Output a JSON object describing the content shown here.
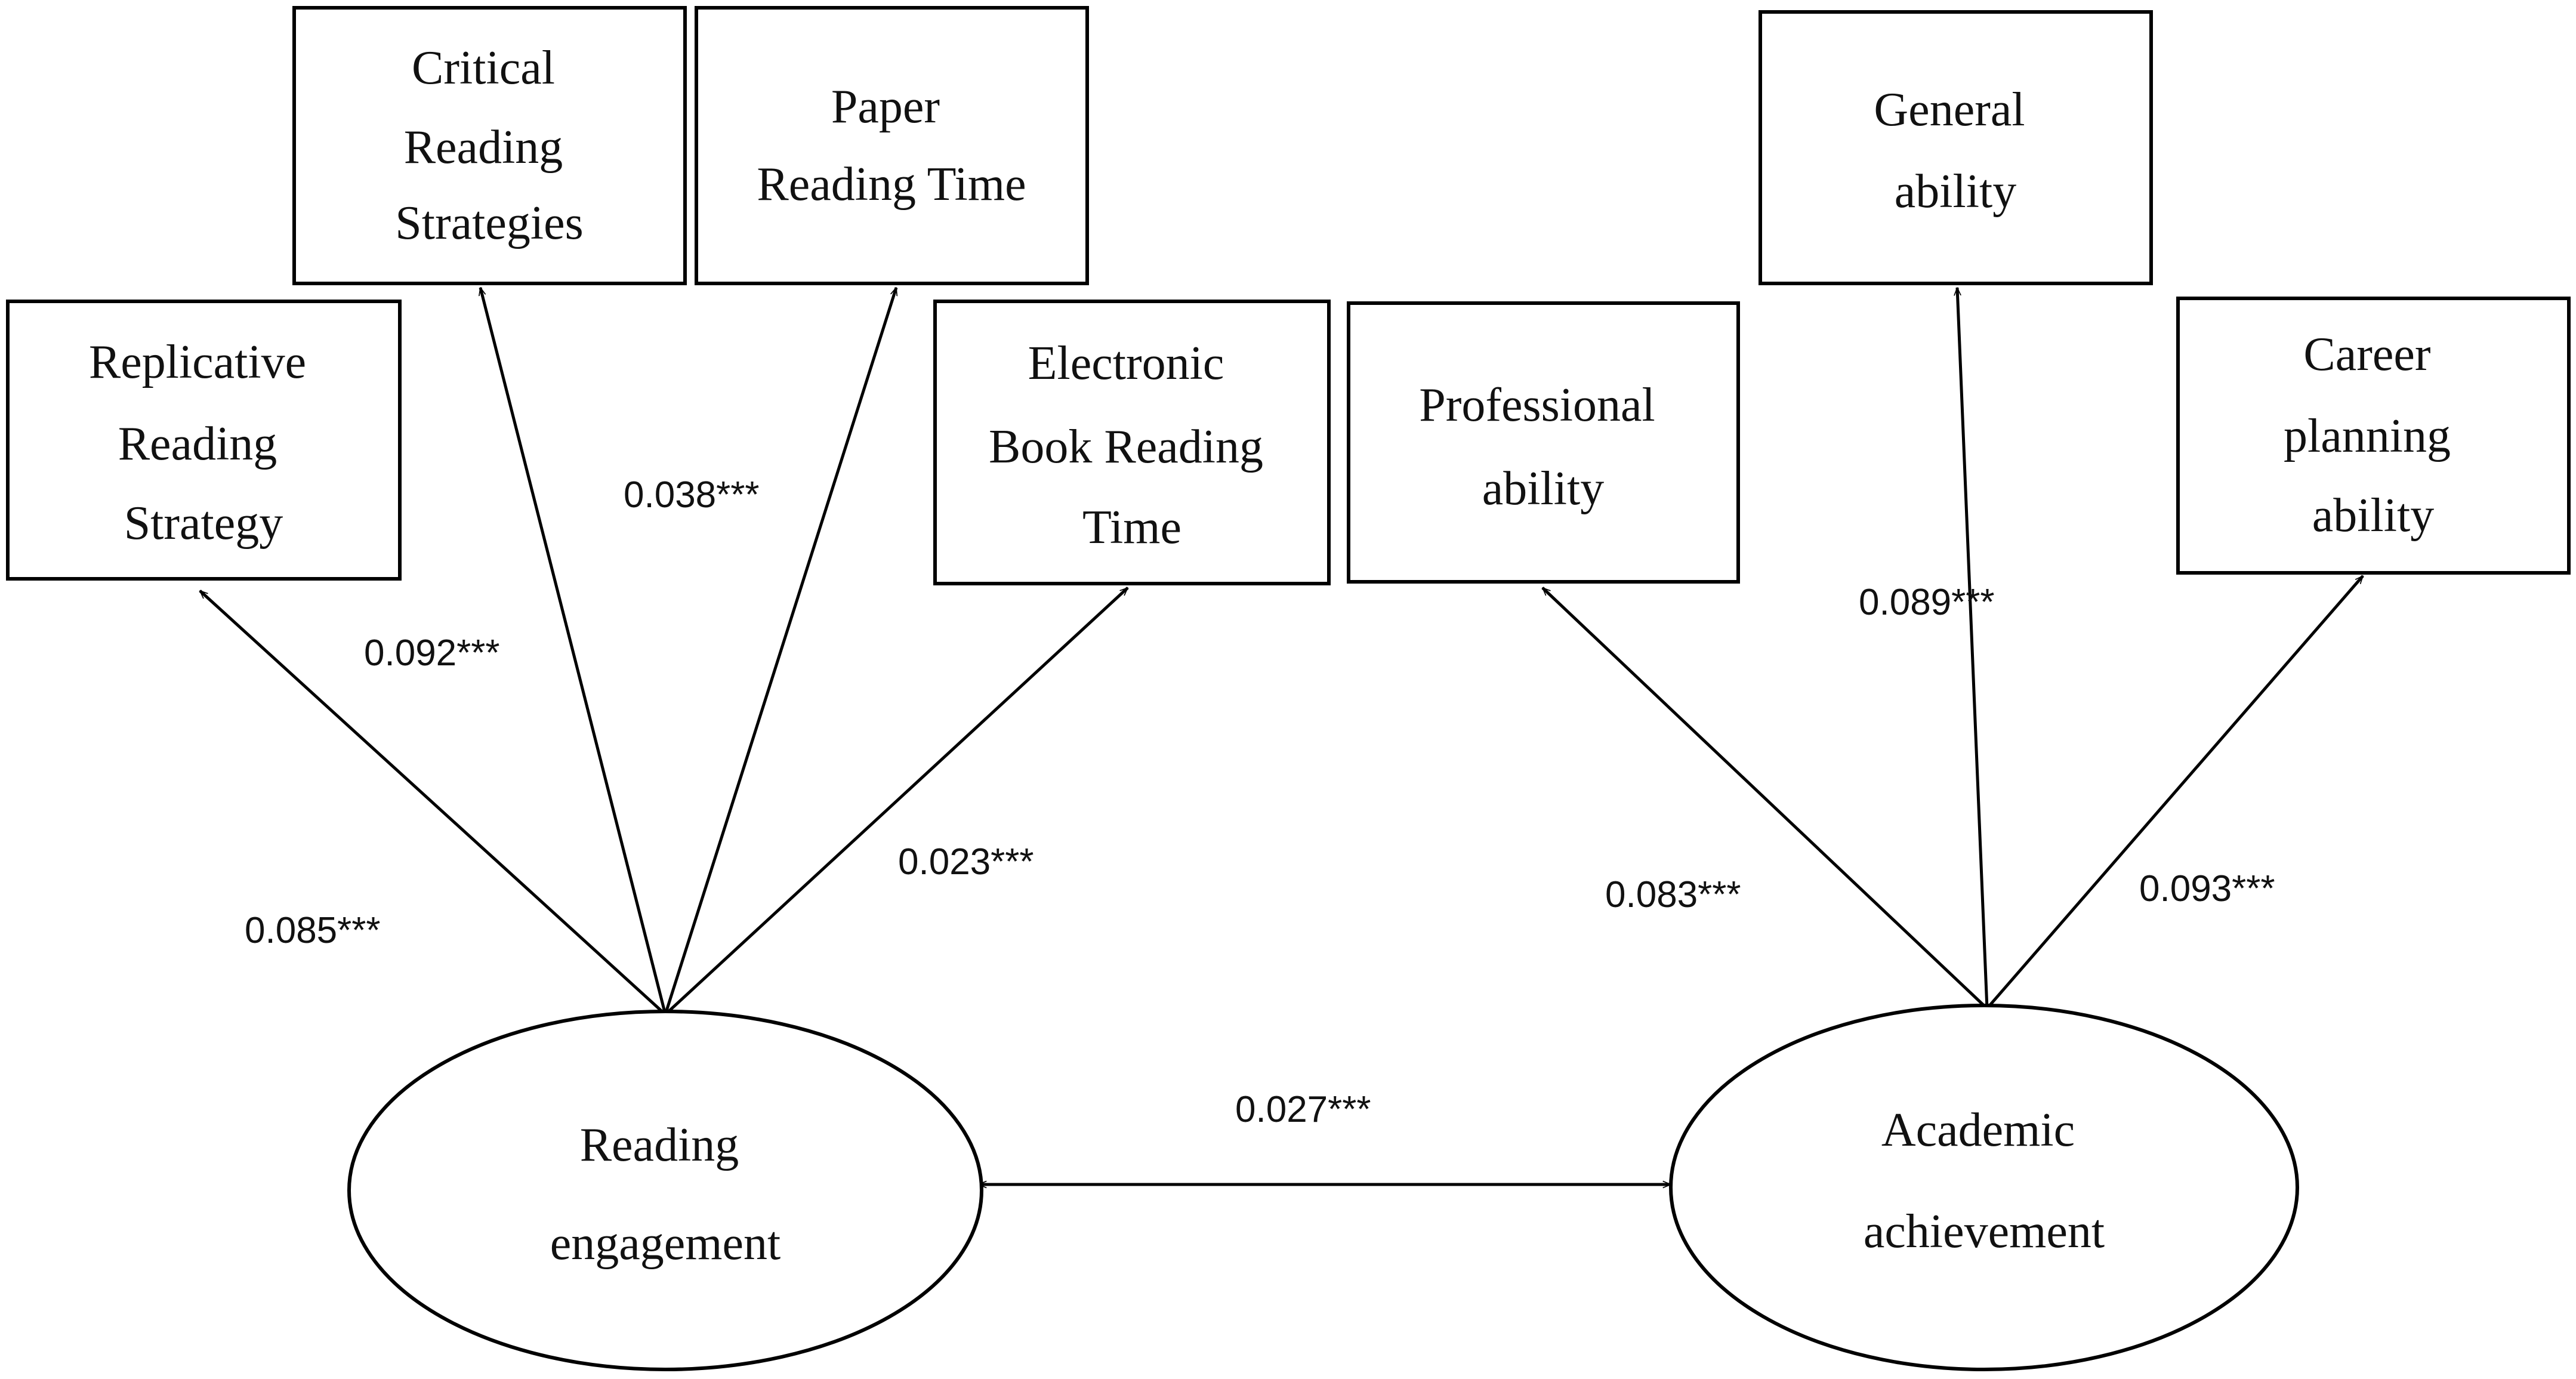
{
  "latent": {
    "reading_engagement": [
      "Reading",
      "engagement"
    ],
    "academic_achievement": [
      "Academic",
      "achievement"
    ]
  },
  "indicators": {
    "replicative": [
      "Replicative",
      "Reading",
      "Strategy"
    ],
    "critical": [
      "Critical",
      "Reading",
      "Strategies"
    ],
    "paper": [
      "Paper",
      "Reading Time"
    ],
    "ebook": [
      "Electronic",
      "Book Reading",
      "Time"
    ],
    "professional": [
      "Professional",
      "ability"
    ],
    "general": [
      "General",
      "ability"
    ],
    "career": [
      "Career",
      "planning",
      "ability"
    ]
  },
  "coefficients": {
    "replicative": "0.085***",
    "critical": "0.092***",
    "paper": "0.038***",
    "ebook": "0.023***",
    "professional": "0.083***",
    "general": "0.089***",
    "career": "0.093***",
    "correlation": "0.027***"
  }
}
